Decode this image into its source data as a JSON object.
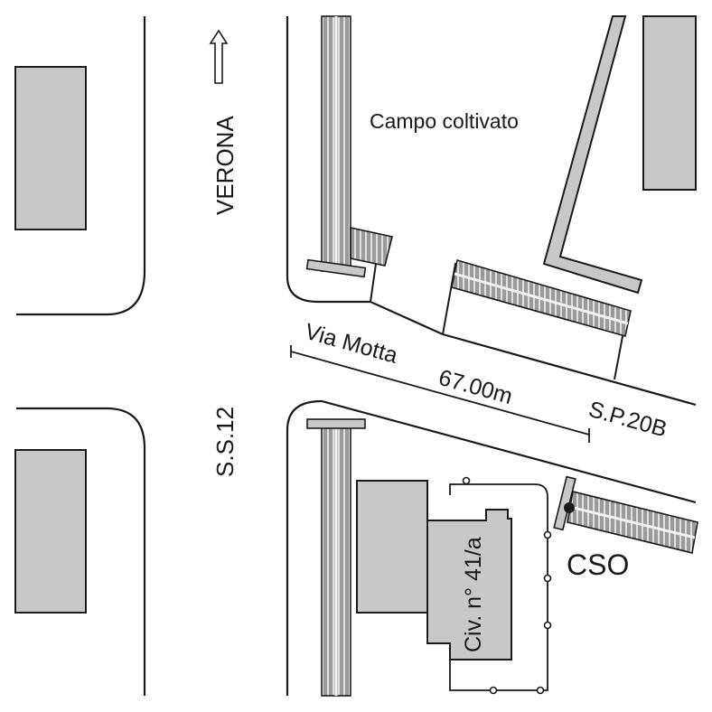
{
  "labels": {
    "verona": "VERONA",
    "campo": "Campo coltivato",
    "via_motta": "Via Motta",
    "distance": "67.00m",
    "sp20b": "S.P.20B",
    "ss12": "S.S.12",
    "civ": "Civ. n° 41/a",
    "cso": "CSO"
  },
  "colors": {
    "building": "#c8c8c8",
    "outline": "#1a1a1a",
    "hatch_light": "#f2f2f2",
    "hatch_dark": "#808080",
    "background": "#ffffff"
  },
  "icons": {
    "north_arrow": "arrow-up-icon",
    "manhole": "manhole-dot-icon"
  }
}
